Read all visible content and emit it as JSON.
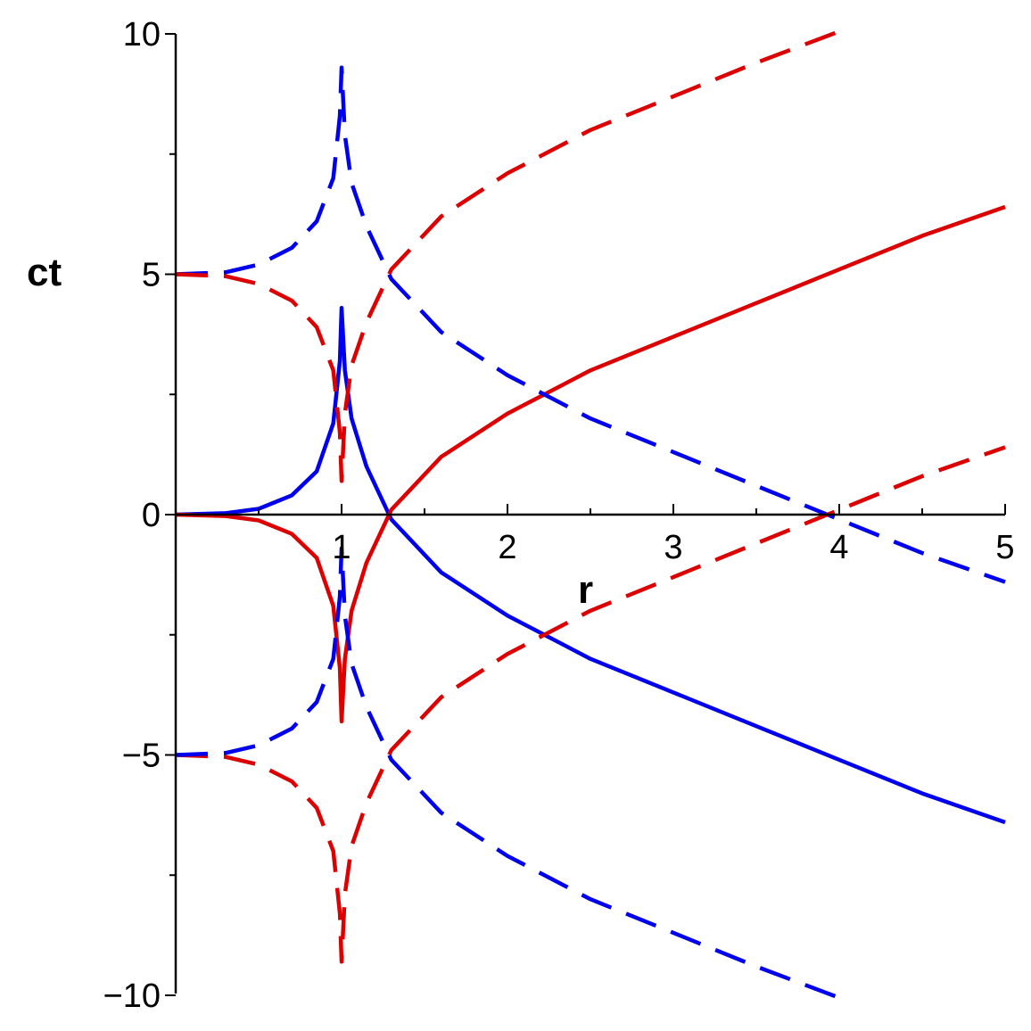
{
  "chart_data": {
    "type": "line",
    "title": "",
    "xlabel": "r",
    "ylabel": "ct",
    "xlim": [
      0,
      5
    ],
    "ylim": [
      -10,
      10
    ],
    "x_ticks": [
      "1",
      "2",
      "3",
      "4",
      "5"
    ],
    "y_ticks": [
      "10",
      "5",
      "0",
      "−5",
      "−10"
    ],
    "y_tick_values": [
      10,
      5,
      0,
      -5,
      -10
    ],
    "grid": false,
    "colors": {
      "blue": "#0000ee",
      "red": "#dd0000"
    },
    "series": [
      {
        "color": "blue",
        "style": "solid",
        "x": [
          0,
          0.3,
          0.5,
          0.7,
          0.85,
          0.95,
          0.99,
          1.0,
          1.02,
          1.06,
          1.15,
          1.3,
          1.6,
          2.0,
          2.5,
          3.0,
          3.5,
          4.0,
          4.5,
          5.0
        ],
        "y": [
          0,
          0.03,
          0.12,
          0.4,
          0.9,
          1.9,
          3.2,
          4.3,
          3.0,
          2.0,
          1.0,
          -0.1,
          -1.2,
          -2.1,
          -3.0,
          -3.7,
          -4.4,
          -5.1,
          -5.8,
          -6.4
        ]
      },
      {
        "color": "red",
        "style": "solid",
        "x": [
          0,
          0.3,
          0.5,
          0.7,
          0.85,
          0.95,
          0.99,
          1.0,
          1.02,
          1.06,
          1.15,
          1.3,
          1.6,
          2.0,
          2.5,
          3.0,
          3.5,
          4.0,
          4.5,
          5.0
        ],
        "y": [
          0,
          -0.03,
          -0.12,
          -0.4,
          -0.9,
          -1.9,
          -3.2,
          -4.3,
          -3.0,
          -2.0,
          -1.0,
          0.1,
          1.2,
          2.1,
          3.0,
          3.7,
          4.4,
          5.1,
          5.8,
          6.4
        ]
      },
      {
        "color": "blue",
        "style": "dashed",
        "x": [
          0,
          0.3,
          0.5,
          0.7,
          0.85,
          0.95,
          0.99,
          1.0,
          1.02,
          1.06,
          1.15,
          1.3,
          1.6,
          2.0,
          2.5,
          3.0,
          3.5,
          4.0,
          4.5,
          5.0
        ],
        "y": [
          5,
          5.04,
          5.2,
          5.55,
          6.1,
          7.0,
          8.3,
          9.3,
          7.9,
          6.9,
          6.0,
          4.9,
          3.8,
          2.9,
          2.0,
          1.3,
          0.6,
          -0.1,
          -0.8,
          -1.4
        ]
      },
      {
        "color": "red",
        "style": "dashed",
        "x": [
          0,
          0.3,
          0.5,
          0.7,
          0.85,
          0.95,
          0.99,
          1.0,
          1.02,
          1.06,
          1.15,
          1.3,
          1.6,
          2.0,
          2.5,
          3.0,
          3.5,
          4.0
        ],
        "y": [
          5,
          4.96,
          4.8,
          4.45,
          3.9,
          3.0,
          1.7,
          0.7,
          2.1,
          3.1,
          4.0,
          5.1,
          6.2,
          7.1,
          8.0,
          8.7,
          9.4,
          10.05
        ]
      },
      {
        "color": "red",
        "style": "dashed",
        "x": [
          0,
          0.3,
          0.5,
          0.7,
          0.85,
          0.95,
          0.99,
          1.0,
          1.02,
          1.06,
          1.15,
          1.3,
          1.6,
          2.0,
          2.5,
          3.0,
          3.5,
          4.0,
          4.5,
          5.0
        ],
        "y": [
          -5,
          -5.04,
          -5.2,
          -5.55,
          -6.1,
          -7.0,
          -8.3,
          -9.3,
          -7.9,
          -6.9,
          -6.0,
          -4.9,
          -3.8,
          -2.9,
          -2.0,
          -1.3,
          -0.6,
          0.1,
          0.8,
          1.4
        ]
      },
      {
        "color": "blue",
        "style": "dashed",
        "x": [
          0,
          0.3,
          0.5,
          0.7,
          0.85,
          0.95,
          0.99,
          1.0,
          1.02,
          1.06,
          1.15,
          1.3,
          1.6,
          2.0,
          2.5,
          3.0,
          3.5,
          4.0
        ],
        "y": [
          -5,
          -4.96,
          -4.8,
          -4.45,
          -3.9,
          -3.0,
          -1.7,
          -0.7,
          -2.1,
          -3.1,
          -4.0,
          -5.1,
          -6.2,
          -7.1,
          -8.0,
          -8.7,
          -9.4,
          -10.05
        ]
      }
    ]
  }
}
